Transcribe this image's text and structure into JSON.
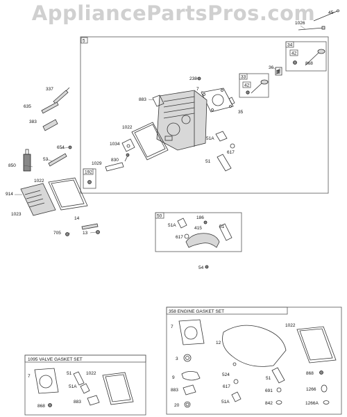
{
  "watermark": "AppliancePartsPros.com",
  "labels": {
    "p45": "45",
    "p1026": "1026",
    "p5": "5",
    "p34": "34",
    "p42a": "42",
    "p868a": "868",
    "p238": "238",
    "p36": "36",
    "p33": "33",
    "p42b": "42",
    "p7a": "7",
    "p883a": "883",
    "p35": "35",
    "p337": "337",
    "p635": "635",
    "p383": "383",
    "p1022a": "1022",
    "p1034": "1034",
    "p51Aa": "51A",
    "p617a": "617",
    "p654": "654",
    "p53": "53",
    "p850": "850",
    "p1029": "1029",
    "p830": "830",
    "p51a": "51",
    "p192": "192",
    "p1022b": "1022",
    "p914": "914",
    "p1023": "1023",
    "p14": "14",
    "p705": "705",
    "p13": "13",
    "p50": "50",
    "p51Ab": "51A",
    "p186": "186",
    "p415": "415",
    "p51b": "51",
    "p617b": "617",
    "p54": "54",
    "p7b": "7",
    "p3": "3",
    "p1022c": "1022",
    "p12": "12",
    "p524": "524",
    "p9": "9",
    "p883b": "883",
    "p617c": "617",
    "p51c": "51",
    "p868b": "868",
    "p691": "691",
    "p1266": "1266",
    "p20": "20",
    "p51Ac": "51A",
    "p842": "842",
    "p1266A": "1266A",
    "p7c": "7",
    "p51d": "51",
    "p1022d": "1022",
    "p51Ad": "51A",
    "p883c": "883",
    "p868c": "868"
  },
  "kits": {
    "engine_gasket_title": "358 ENGINE GASKET SET",
    "valve_gasket_title": "1095 VALVE GASKET SET"
  }
}
